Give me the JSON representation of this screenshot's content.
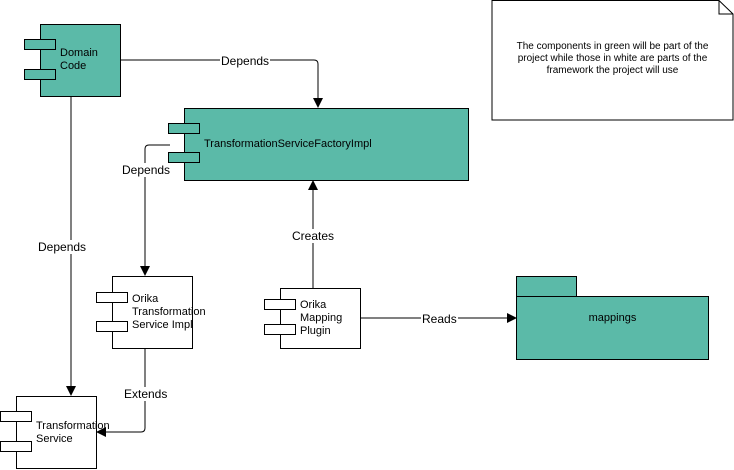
{
  "colors": {
    "component_green": "#5bbaa8",
    "component_white": "#ffffff",
    "stroke": "#000000"
  },
  "components": {
    "domain_code": {
      "label": "Domain\nCode"
    },
    "factory_impl": {
      "label": "TransformationServiceFactoryImpl"
    },
    "orika_service_impl": {
      "label": "Orika\nTransformation\nService Impl"
    },
    "orika_plugin": {
      "label": "Orika\nMapping\nPlugin"
    },
    "transformation_service": {
      "label": "Transformation\nService"
    },
    "mappings": {
      "label": "mappings"
    }
  },
  "edges": {
    "domain_to_factory": "Depends",
    "factory_to_orika_impl": "Depends",
    "domain_to_service": "Depends",
    "plugin_to_factory": "Creates",
    "plugin_to_mappings": "Reads",
    "orika_impl_to_service": "Extends"
  },
  "note": {
    "text": "The components in green will be part of the project while those in white are parts of the framework the project will use"
  }
}
